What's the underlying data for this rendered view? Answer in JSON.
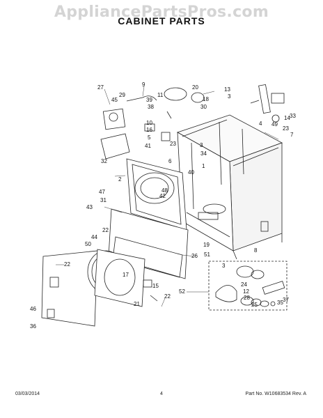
{
  "watermark": "AppliancePartsPros.com",
  "page_title": "CABINET PARTS",
  "callouts": [
    {
      "label": "27"
    },
    {
      "label": "9"
    },
    {
      "label": "29"
    },
    {
      "label": "11"
    },
    {
      "label": "20"
    },
    {
      "label": "13"
    },
    {
      "label": "45"
    },
    {
      "label": "39"
    },
    {
      "label": "18"
    },
    {
      "label": "3"
    },
    {
      "label": "38"
    },
    {
      "label": "30"
    },
    {
      "label": "10"
    },
    {
      "label": "5"
    },
    {
      "label": "16"
    },
    {
      "label": "4"
    },
    {
      "label": "49"
    },
    {
      "label": "14"
    },
    {
      "label": "33"
    },
    {
      "label": "23"
    },
    {
      "label": "7"
    },
    {
      "label": "23"
    },
    {
      "label": "3"
    },
    {
      "label": "34"
    },
    {
      "label": "41"
    },
    {
      "label": "6"
    },
    {
      "label": "32"
    },
    {
      "label": "40"
    },
    {
      "label": "1"
    },
    {
      "label": "2"
    },
    {
      "label": "48"
    },
    {
      "label": "47"
    },
    {
      "label": "42"
    },
    {
      "label": "31"
    },
    {
      "label": "43"
    },
    {
      "label": "22"
    },
    {
      "label": "44"
    },
    {
      "label": "50"
    },
    {
      "label": "19"
    },
    {
      "label": "51"
    },
    {
      "label": "26"
    },
    {
      "label": "8"
    },
    {
      "label": "22"
    },
    {
      "label": "17"
    },
    {
      "label": "3"
    },
    {
      "label": "52"
    },
    {
      "label": "24"
    },
    {
      "label": "12"
    },
    {
      "label": "15"
    },
    {
      "label": "28"
    },
    {
      "label": "22"
    },
    {
      "label": "25"
    },
    {
      "label": "35"
    },
    {
      "label": "37"
    },
    {
      "label": "21"
    },
    {
      "label": "46"
    },
    {
      "label": "36"
    }
  ],
  "footer": {
    "date": "03/03/2014",
    "page": "4",
    "part_label": "Part No.",
    "part_number": "W10683534",
    "rev_label": "Rev.",
    "rev": "A"
  }
}
